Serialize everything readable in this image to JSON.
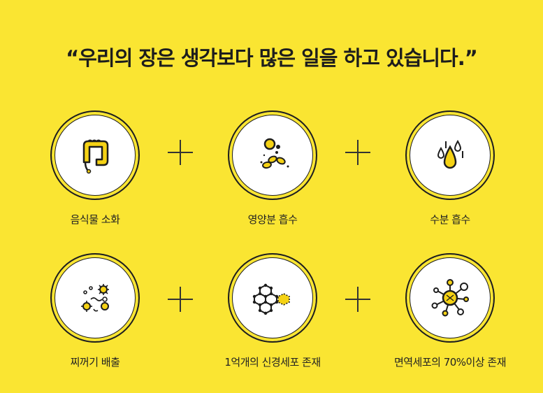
{
  "headline": "“우리의 장은 생각보다 많은 일을 하고 있습니다.”",
  "items": [
    {
      "label": "음식물 소화",
      "icon": "intestine-icon"
    },
    {
      "label": "영양분 흡수",
      "icon": "nutrient-particles-icon"
    },
    {
      "label": "수분 흡수",
      "icon": "water-drops-icon"
    },
    {
      "label": "찌꺼기 배출",
      "icon": "waste-bacteria-icon"
    },
    {
      "label": "1억개의 신경세포 존재",
      "icon": "nerve-cells-icon"
    },
    {
      "label": "면역세포의 70%이상 존재",
      "icon": "immune-cell-icon"
    }
  ],
  "colors": {
    "background": "#fae532",
    "accent": "#f5d214",
    "line": "#1d1d1d"
  }
}
